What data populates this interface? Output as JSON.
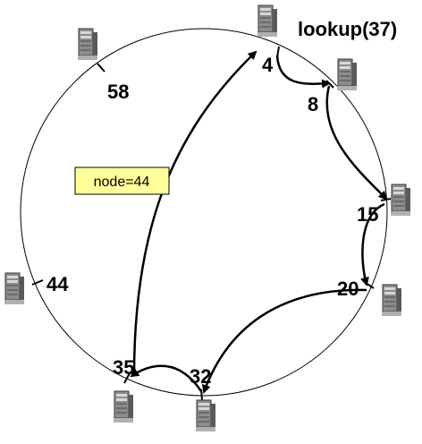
{
  "query": "lookup(37)",
  "note": "node=44",
  "colors": {
    "note_fill": "#ffff99",
    "stroke": "#000000"
  },
  "icon": "server-icon",
  "nodes": [
    {
      "id": "4",
      "label": "4"
    },
    {
      "id": "8",
      "label": "8"
    },
    {
      "id": "15",
      "label": "15"
    },
    {
      "id": "20",
      "label": "20"
    },
    {
      "id": "32",
      "label": "32"
    },
    {
      "id": "35",
      "label": "35"
    },
    {
      "id": "44",
      "label": "44"
    },
    {
      "id": "58",
      "label": "58"
    }
  ],
  "hops": [
    {
      "from": "4",
      "to": "8"
    },
    {
      "from": "8",
      "to": "15"
    },
    {
      "from": "15",
      "to": "20"
    },
    {
      "from": "20",
      "to": "32"
    },
    {
      "from": "32",
      "to": "35"
    },
    {
      "from": "35",
      "to": "4"
    }
  ]
}
